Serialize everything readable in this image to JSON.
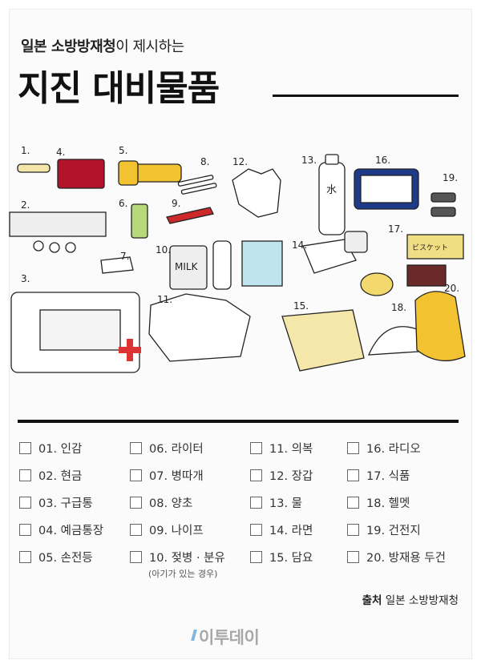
{
  "header": {
    "subtitle_bold": "일본 소방방재청",
    "subtitle_rest": "이 제시하는",
    "title": "지진 대비물품"
  },
  "illustration_numbers": [
    "1.",
    "2.",
    "3.",
    "4.",
    "5.",
    "6.",
    "7.",
    "8.",
    "9.",
    "10.",
    "11.",
    "12.",
    "13.",
    "14.",
    "15.",
    "16.",
    "17.",
    "18.",
    "19.",
    "20."
  ],
  "illustration_text": {
    "milk_label": "MILK",
    "water_label": "水",
    "cookie_label": "ビスケット"
  },
  "checklist": [
    {
      "label": "01. 인감"
    },
    {
      "label": "02. 현금"
    },
    {
      "label": "03. 구급통"
    },
    {
      "label": "04. 예금통장"
    },
    {
      "label": "05. 손전등"
    },
    {
      "label": "06. 라이터"
    },
    {
      "label": "07. 병따개"
    },
    {
      "label": "08. 양초"
    },
    {
      "label": "09. 나이프"
    },
    {
      "label": "10. 젖병 · 분유"
    },
    {
      "label": "11. 의복"
    },
    {
      "label": "12. 장갑"
    },
    {
      "label": "13. 물"
    },
    {
      "label": "14. 라면"
    },
    {
      "label": "15. 담요"
    },
    {
      "label": "16. 라디오"
    },
    {
      "label": "17. 식품"
    },
    {
      "label": "18. 헬멧"
    },
    {
      "label": "19. 건전지"
    },
    {
      "label": "20. 방재용 두건"
    }
  ],
  "note": "(아기가 있는 경우)",
  "source": {
    "label": "출처",
    "value": "일본 소방방재청"
  },
  "logo": "이투데이"
}
